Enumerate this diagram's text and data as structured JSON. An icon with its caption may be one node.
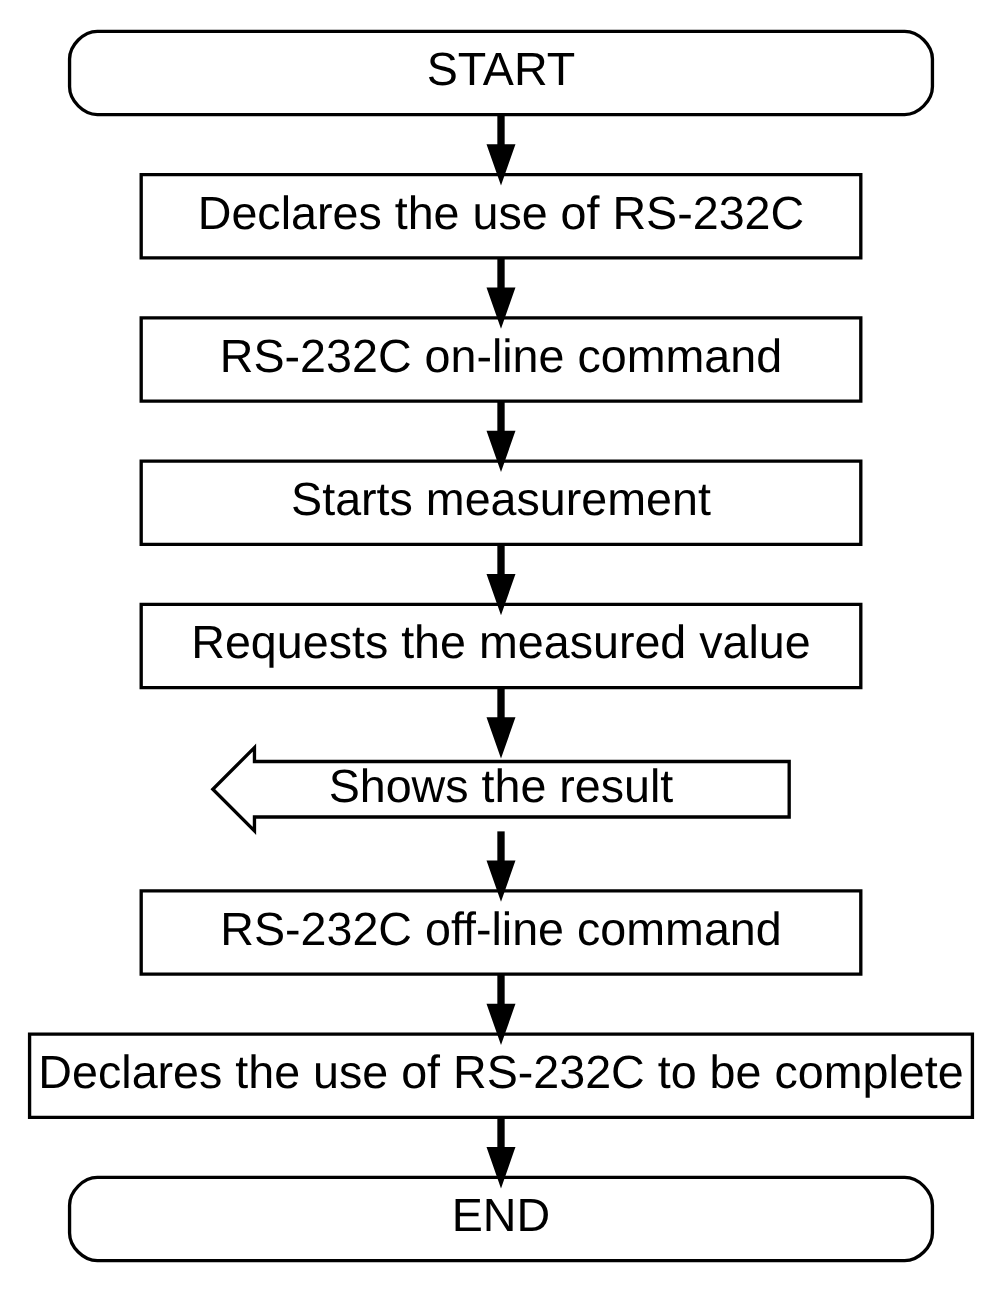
{
  "diagram": {
    "nodes": [
      {
        "text": [
          "START"
        ]
      },
      {
        "text": [
          "Declares the use of RS-232C"
        ]
      },
      {
        "text": [
          "RS-232C on-line command"
        ]
      },
      {
        "text": [
          "Starts measurement"
        ]
      },
      {
        "text": [
          "Requests the measured value"
        ]
      },
      {
        "text": [
          "Shows the result"
        ]
      },
      {
        "text": [
          "RS-232C off-line command"
        ]
      },
      {
        "text": [
          "Declares the use of RS-232C to be complete"
        ]
      },
      {
        "text": [
          "END"
        ]
      }
    ],
    "edges": [
      {
        "from": 0,
        "to": 1,
        "arrow": "to"
      },
      {
        "from": 1,
        "to": 2,
        "arrow": "to"
      },
      {
        "from": 2,
        "to": 3,
        "arrow": "to"
      },
      {
        "from": 3,
        "to": 4,
        "arrow": "to"
      },
      {
        "from": 4,
        "to": 5,
        "arrow": "to"
      },
      {
        "from": 5,
        "to": 6,
        "arrow": "to"
      },
      {
        "from": 6,
        "to": 7,
        "arrow": "to"
      },
      {
        "from": 7,
        "to": 8,
        "arrow": "to"
      }
    ]
  }
}
